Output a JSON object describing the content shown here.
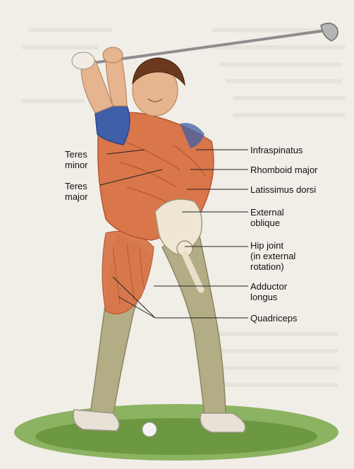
{
  "labels": {
    "teres_minor": "Teres\nminor",
    "teres_major": "Teres\nmajor",
    "infraspinatus": "Infraspinatus",
    "rhomboid_major": "Rhomboid major",
    "latissimus_dorsi": "Latissimus dorsi",
    "external_oblique": "External\noblique",
    "hip_joint": "Hip joint\n(in external\nrotation)",
    "adductor_longus": "Adductor\nlongus",
    "quadriceps": "Quadriceps"
  },
  "colors": {
    "shirt": "#3f5fa8",
    "muscle": "#d9764a",
    "muscle_dark": "#b9552e",
    "pants": "#b3ad85",
    "skin": "#e6b48e",
    "hair": "#6b3a1e",
    "grass": "#6d9a3c"
  }
}
